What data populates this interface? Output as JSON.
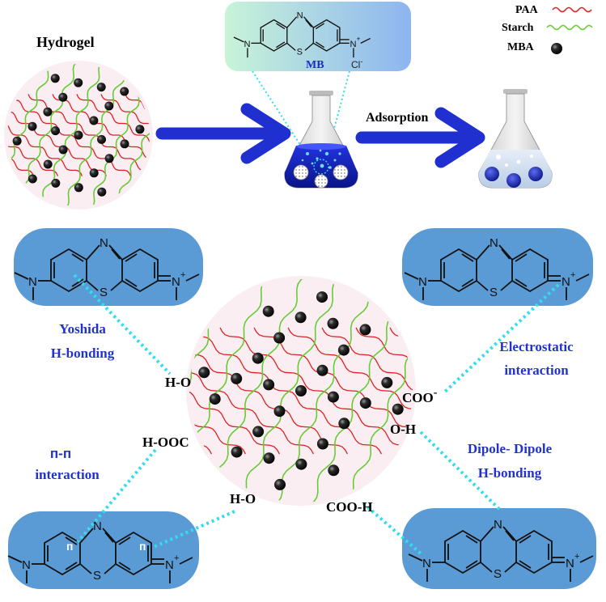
{
  "legend": {
    "items": [
      {
        "label": "PAA",
        "color": "#dd2222",
        "symbol": "red-wavy-line"
      },
      {
        "label": "Starch",
        "color": "#66cc33",
        "symbol": "green-wavy-line"
      },
      {
        "label": "MBA",
        "color": "#111111",
        "symbol": "black-sphere"
      }
    ]
  },
  "top": {
    "hydrogel_label": "Hydrogel",
    "mb_label": "MB",
    "chloride_label": "Cl",
    "chloride_sup": "-",
    "adsorption_label": "Adsorption"
  },
  "interactions": {
    "yoshida_line1": "Yoshida",
    "yoshida_line2": "H-bonding",
    "electrostatic_line1": "Electrostatic",
    "electrostatic_line2": "interaction",
    "pipi_line1": "п-п",
    "pipi_line2": "interaction",
    "dipole_line1": "Dipole- Dipole",
    "dipole_line2": "H-bonding"
  },
  "groups": {
    "ho_upper": "H-O",
    "hooc": "H-OOC",
    "ho_lower": "H-O",
    "coo": "COO",
    "coo_sup": "-",
    "oh": "O-H",
    "cooh": "COO-H"
  },
  "molecule": {
    "n_top": "N",
    "s_ring": "S",
    "n_left": "N",
    "n_right": "N",
    "n_plus": "+",
    "pi_symbol": "п"
  },
  "colors": {
    "paa": "#dd2222",
    "starch": "#66cc33",
    "mba": "#111111",
    "arrow": "#1f2fd0",
    "panel": "#5b9bd5",
    "dotted": "#33ddee",
    "label_blue": "#2233cc"
  }
}
